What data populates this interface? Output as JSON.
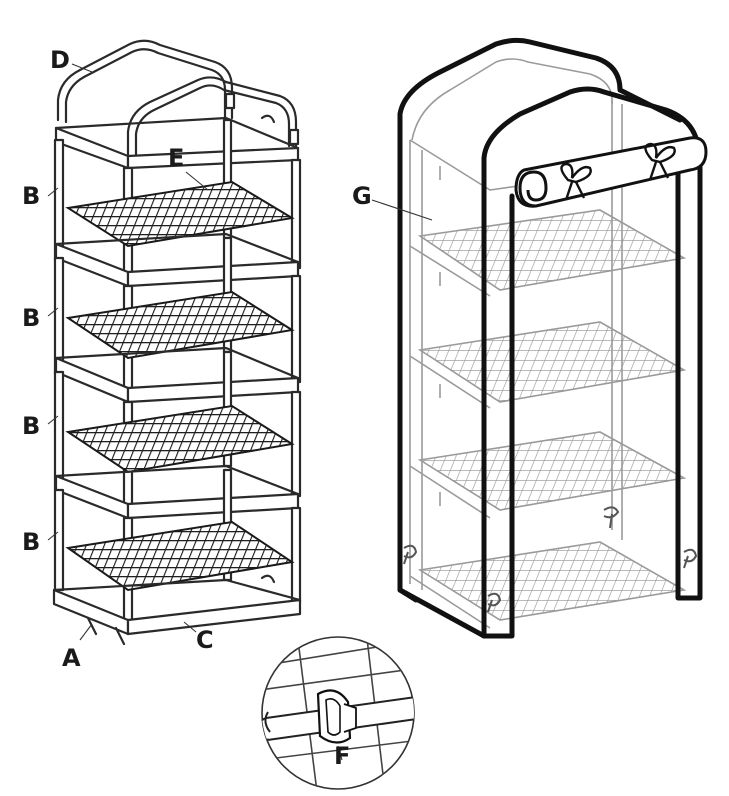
{
  "labels": {
    "A": "A",
    "B": "B",
    "C": "C",
    "D": "D",
    "E": "E",
    "F": "F",
    "G": "G"
  },
  "colors": {
    "line": "#2a2a2a",
    "cover_outline": "#111111",
    "ghost_frame": "#9a9a9a",
    "background": "#ffffff"
  },
  "icons": [
    "tie-bow-icon",
    "roll-up-cover-icon",
    "pipe-clip-icon"
  ]
}
